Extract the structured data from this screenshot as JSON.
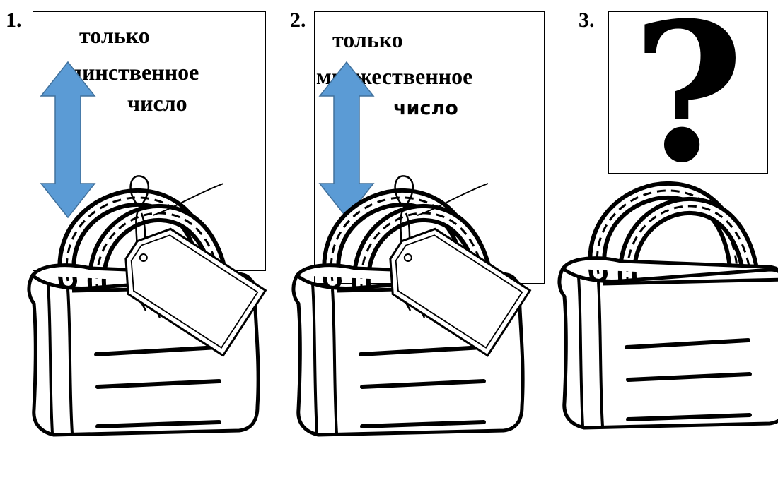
{
  "panels": [
    {
      "number": "1.",
      "caption_lines": [
        "только",
        "единственное",
        "число"
      ],
      "arrow_icon": "double-arrow-vertical",
      "has_tag": true
    },
    {
      "number": "2.",
      "caption_lines": [
        "только",
        "множественное",
        "число"
      ],
      "arrow_icon": "double-arrow-vertical",
      "has_tag": true
    },
    {
      "number": "3.",
      "symbol": "?",
      "has_tag": false
    }
  ],
  "colors": {
    "arrow_fill": "#5b9bd5",
    "arrow_stroke": "#41719c",
    "ink": "#000000",
    "background": "#ffffff"
  }
}
